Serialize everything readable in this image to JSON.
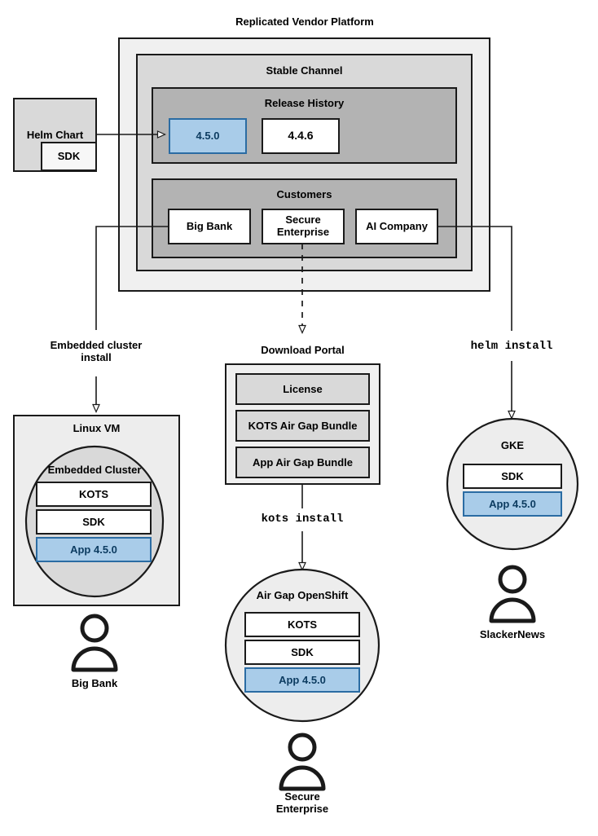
{
  "diagram": {
    "title": "Replicated Vendor Platform",
    "type": "architecture-flow"
  },
  "colors": {
    "platform_outer_fill": "#f0f0f0",
    "channel_fill": "#d9d9d9",
    "section_fill": "#b3b3b3",
    "box_fill_light": "#d9d9d9",
    "white": "#ffffff",
    "blue_fill": "#a9cce9",
    "blue_stroke": "#2b6ca3",
    "blue_text": "#0d3c61",
    "stroke": "#1a1a1a",
    "circle_fill": "#ededed",
    "cluster_fill": "#d9d9d9"
  },
  "helm_chart": {
    "label": "Helm Chart",
    "sdk_label": "SDK"
  },
  "platform": {
    "channel": {
      "label": "Stable Channel",
      "release_history": {
        "label": "Release History",
        "releases": [
          {
            "version": "4.5.0",
            "highlighted": true
          },
          {
            "version": "4.4.6",
            "highlighted": false
          }
        ]
      },
      "customers": {
        "label": "Customers",
        "items": [
          {
            "name": "Big Bank"
          },
          {
            "name": "Secure\nEnterprise"
          },
          {
            "name": "AI Company"
          }
        ]
      }
    }
  },
  "connectors": [
    {
      "id": "helm-to-release",
      "label": "",
      "style": "solid"
    },
    {
      "id": "bigbank-to-linuxvm",
      "label": "Embedded cluster\ninstall",
      "style": "solid"
    },
    {
      "id": "secure-to-portal",
      "label": "",
      "style": "dashed"
    },
    {
      "id": "portal-to-openshift",
      "label": "kots install",
      "style": "solid",
      "mono": true
    },
    {
      "id": "aicompany-to-gke",
      "label": "helm install",
      "style": "solid",
      "mono": true
    }
  ],
  "download_portal": {
    "label": "Download Portal",
    "artifacts": [
      {
        "name": "License"
      },
      {
        "name": "KOTS Air Gap Bundle"
      },
      {
        "name": "App Air Gap Bundle"
      }
    ]
  },
  "targets": [
    {
      "id": "linux-vm",
      "label": "Linux VM",
      "shape": "rect",
      "inner": {
        "label": "Embedded Cluster",
        "shape": "circle",
        "components": [
          {
            "name": "KOTS",
            "highlighted": false
          },
          {
            "name": "SDK",
            "highlighted": false
          },
          {
            "name": "App 4.5.0",
            "highlighted": true
          }
        ]
      },
      "customer": "Big Bank"
    },
    {
      "id": "air-gap-openshift",
      "label": "Air Gap OpenShift",
      "shape": "circle",
      "components": [
        {
          "name": "KOTS",
          "highlighted": false
        },
        {
          "name": "SDK",
          "highlighted": false
        },
        {
          "name": "App 4.5.0",
          "highlighted": true
        }
      ],
      "customer": "Secure\nEnterprise"
    },
    {
      "id": "gke",
      "label": "GKE",
      "shape": "circle",
      "components": [
        {
          "name": "SDK",
          "highlighted": false
        },
        {
          "name": "App 4.5.0",
          "highlighted": true
        }
      ],
      "customer": "SlackerNews"
    }
  ],
  "actors": [
    {
      "name": "Big Bank",
      "icon": "person-icon"
    },
    {
      "name": "Secure\nEnterprise",
      "icon": "person-icon"
    },
    {
      "name": "SlackerNews",
      "icon": "person-icon"
    }
  ]
}
